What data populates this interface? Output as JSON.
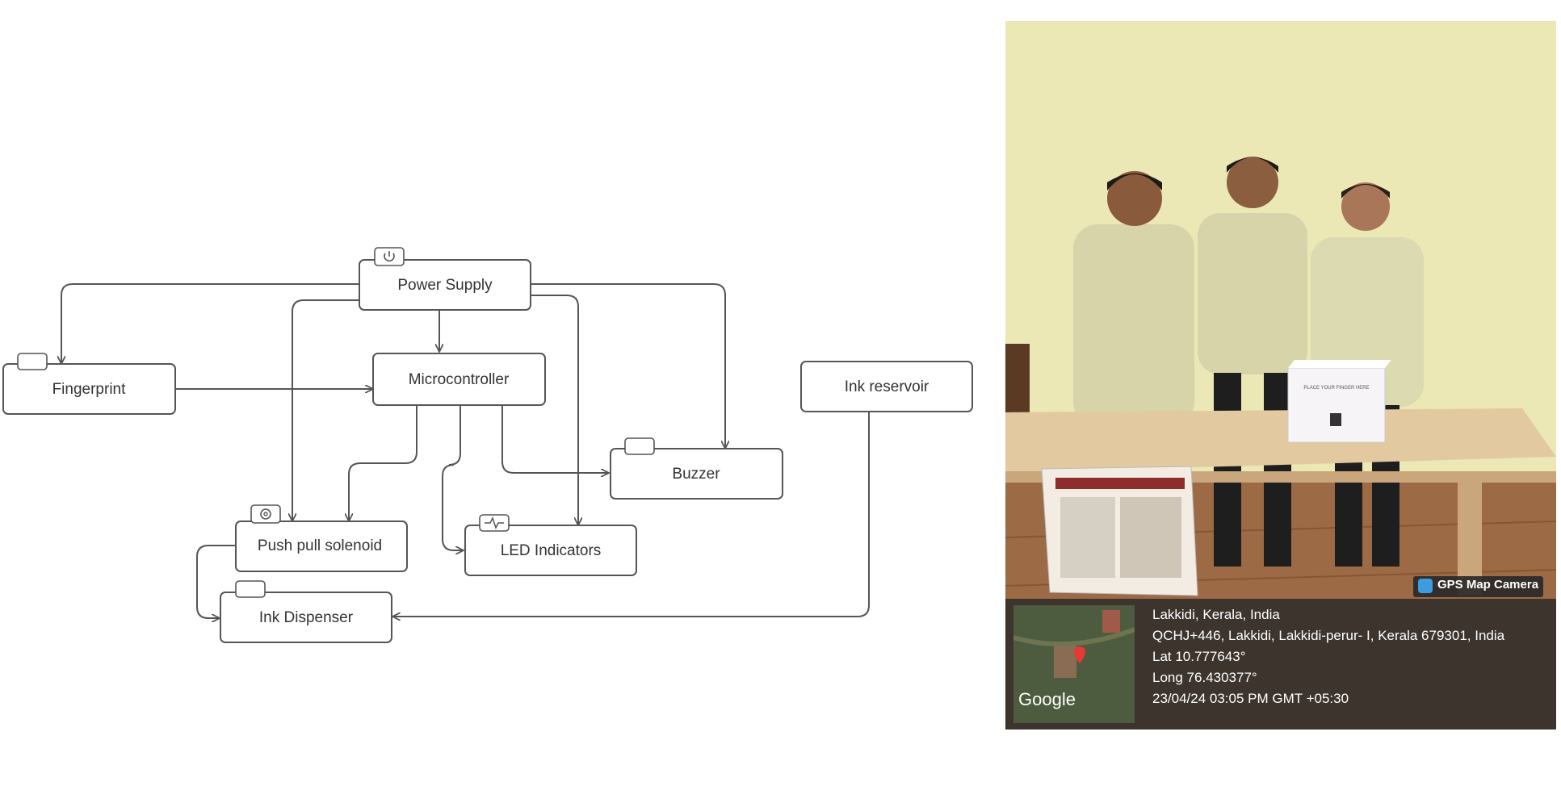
{
  "diagram": {
    "nodes": {
      "power_supply": "Power Supply",
      "fingerprint": "Fingerprint",
      "microcontroller": "Microcontroller",
      "ink_reservoir": "Ink reservoir",
      "buzzer": "Buzzer",
      "solenoid": "Push pull solenoid",
      "led_indicators": "LED Indicators",
      "ink_dispenser": "Ink Dispenser"
    },
    "edges": [
      [
        "Power Supply",
        "Fingerprint"
      ],
      [
        "Power Supply",
        "Microcontroller"
      ],
      [
        "Power Supply",
        "Buzzer"
      ],
      [
        "Power Supply",
        "Push pull solenoid"
      ],
      [
        "Power Supply",
        "LED Indicators"
      ],
      [
        "Fingerprint",
        "Microcontroller"
      ],
      [
        "Microcontroller",
        "Push pull solenoid"
      ],
      [
        "Microcontroller",
        "LED Indicators"
      ],
      [
        "Microcontroller",
        "Buzzer"
      ],
      [
        "Push pull solenoid",
        "Ink Dispenser"
      ],
      [
        "Ink reservoir",
        "Ink Dispenser"
      ]
    ]
  },
  "photo": {
    "badge": "GPS Map Camera",
    "map_logo": "Google",
    "location": "Lakkidi, Kerala, India",
    "address": "QCHJ+446, Lakkidi, Lakkidi-perur- I, Kerala 679301, India",
    "lat": "Lat 10.777643°",
    "long": "Long 76.430377°",
    "timestamp": "23/04/24 03:05 PM GMT +05:30",
    "sign_text": "PLACE YOUR FINGER HERE"
  }
}
